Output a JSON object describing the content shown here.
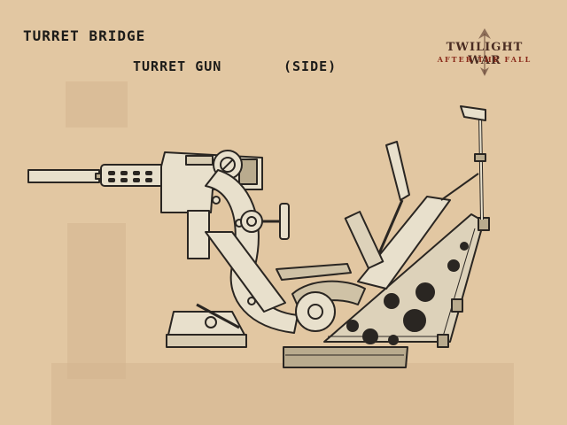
{
  "headings": {
    "category": "TURRET BRIDGE",
    "subject": "TURRET GUN",
    "view": "(SIDE)"
  },
  "logo": {
    "title": "TWILIGHT WAR",
    "subtitle": "AFTER THE FALL"
  },
  "colors": {
    "parchment": "#e2c7a2",
    "metal": "#e8e0cc",
    "metal_shade": "#b9ab8e",
    "ink": "#2a2622",
    "logo": "#4a2c22"
  }
}
